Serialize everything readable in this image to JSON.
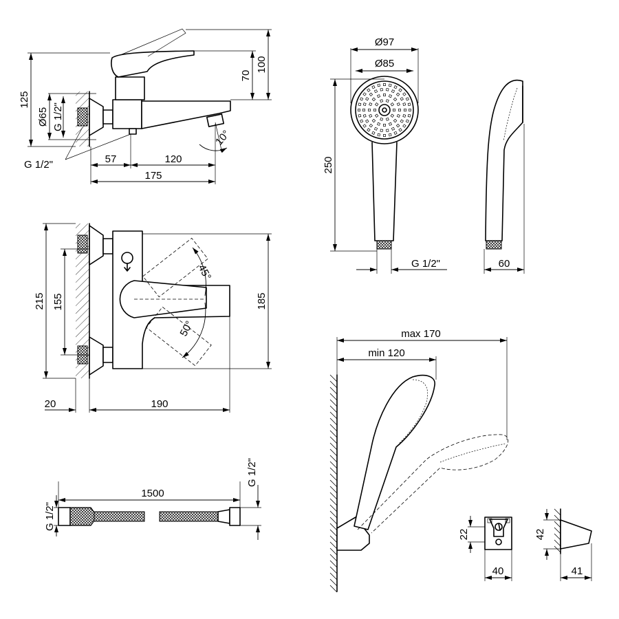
{
  "labels": {
    "d125": "125",
    "d100": "100",
    "d70": "70",
    "d65": "Ø65",
    "g12_side": "G 1/2\"",
    "g12_bottom": "G 1/2\"",
    "d10deg": "10°",
    "d57": "57",
    "d120": "120",
    "d175": "175",
    "d215": "215",
    "d155": "155",
    "d185": "185",
    "d45deg": "45°",
    "d50deg": "50°",
    "d20": "20",
    "d190": "190",
    "d97": "Ø97",
    "d85": "Ø85",
    "d250": "250",
    "g12_head": "G 1/2\"",
    "d60": "60",
    "max170": "max 170",
    "min120": "min 120",
    "d1500": "1500",
    "g12_hose_left": "G 1/2\"",
    "g12_hose_right": "G 1/2\"",
    "d22": "22",
    "d40": "40",
    "d42": "42",
    "d41": "41"
  }
}
